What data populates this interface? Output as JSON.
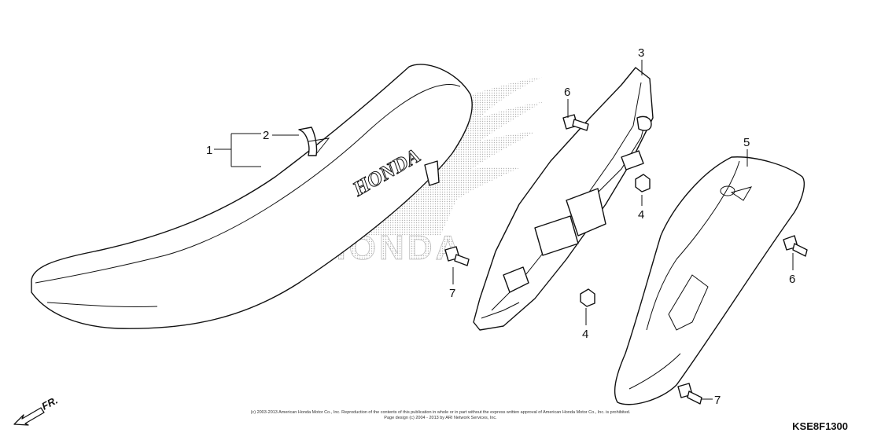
{
  "callouts": {
    "c1": "1",
    "c2": "2",
    "c3": "3",
    "c4a": "4",
    "c4b": "4",
    "c5": "5",
    "c6a": "6",
    "c6b": "6",
    "c7a": "7",
    "c7b": "7"
  },
  "direction_label": "FR.",
  "diagram_code": "KSE8F1300",
  "copyright": {
    "line1": "(c) 2003-2013 American Honda Motor Co., Inc. Reproduction of the contents of this publication in whole or in part without the express written approval of American Honda Motor Co., Inc. is prohibited.",
    "line2": "Page design (c) 2004 - 2013 by ARI Network Services, Inc."
  },
  "logo": {
    "wordmark": "HONDA",
    "seat_print": "HONDA"
  },
  "colors": {
    "line": "#111111",
    "watermark": "#d7d7d7"
  }
}
